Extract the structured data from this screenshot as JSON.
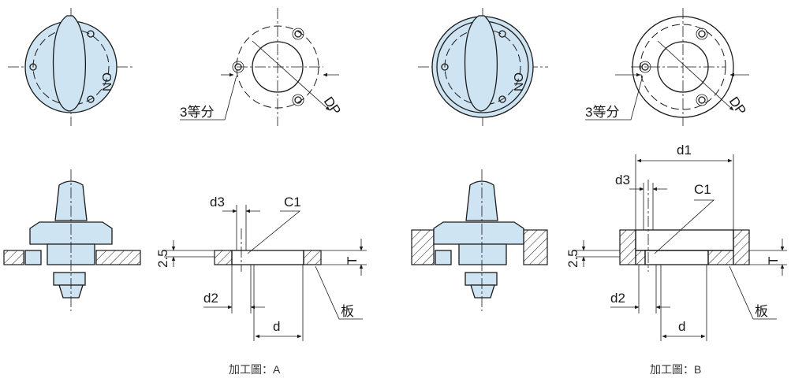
{
  "panels": [
    {
      "caption": "加工圖：A",
      "labels": {
        "dp": "DP",
        "division": "3等分",
        "d3": "d3",
        "c1": "C1",
        "h25": "2.5",
        "t": "T",
        "d2": "d2",
        "d": "d",
        "plate": "板"
      }
    },
    {
      "caption": "加工圖：B",
      "labels": {
        "dp": "DP",
        "division": "3等分",
        "d1": "d1",
        "d3": "d3",
        "c1": "C1",
        "h25": "2.5",
        "t": "T",
        "d2": "d2",
        "d": "d",
        "plate": "板"
      }
    }
  ],
  "knob_label": "ON",
  "colors": {
    "part_fill": "#cfe4f2",
    "line": "#1a1a1a"
  }
}
